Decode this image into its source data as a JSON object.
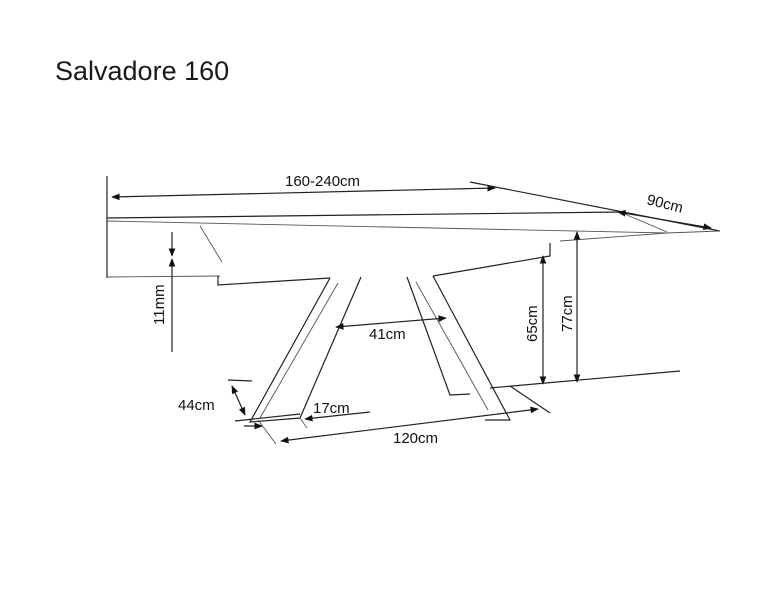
{
  "title": "Salvadore 160",
  "dimensions": {
    "length": "160-240cm",
    "width": "90cm",
    "top_thickness": "11mm",
    "leg_gap": "41cm",
    "skirt_height": "65cm",
    "total_height": "77cm",
    "foot_depth": "44cm",
    "foot_width": "17cm",
    "base_length": "120cm"
  }
}
